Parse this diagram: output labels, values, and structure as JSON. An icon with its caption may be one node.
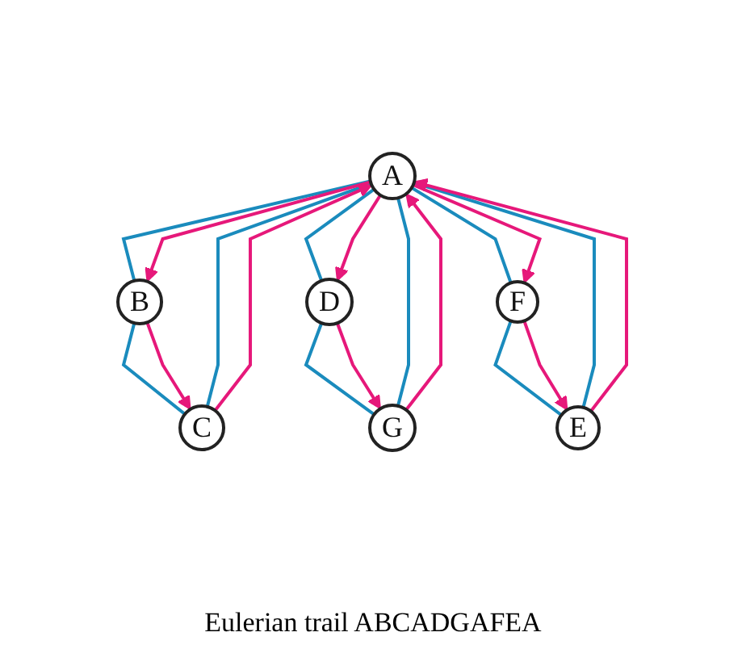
{
  "diagram": {
    "caption": "Eulerian trail ABCADGAFEA",
    "nodes": [
      {
        "text": [
          "A"
        ]
      },
      {
        "text": [
          "B"
        ]
      },
      {
        "text": [
          "C"
        ]
      },
      {
        "text": [
          "D"
        ]
      },
      {
        "text": [
          "E"
        ]
      },
      {
        "text": [
          "F"
        ]
      },
      {
        "text": [
          "G"
        ]
      }
    ],
    "edges": [
      {
        "from": 0,
        "to": 1,
        "arrow": "none",
        "color": "#1a8bbd"
      },
      {
        "from": 1,
        "to": 2,
        "arrow": "none",
        "color": "#1a8bbd"
      },
      {
        "from": 2,
        "to": 0,
        "arrow": "none",
        "color": "#1a8bbd"
      },
      {
        "from": 0,
        "to": 3,
        "arrow": "none",
        "color": "#1a8bbd"
      },
      {
        "from": 3,
        "to": 6,
        "arrow": "none",
        "color": "#1a8bbd"
      },
      {
        "from": 6,
        "to": 0,
        "arrow": "none",
        "color": "#1a8bbd"
      },
      {
        "from": 0,
        "to": 5,
        "arrow": "none",
        "color": "#1a8bbd"
      },
      {
        "from": 5,
        "to": 4,
        "arrow": "none",
        "color": "#1a8bbd"
      },
      {
        "from": 4,
        "to": 0,
        "arrow": "none",
        "color": "#1a8bbd"
      },
      {
        "from": 0,
        "to": 1,
        "arrow": "to",
        "color": "#e6187a"
      },
      {
        "from": 1,
        "to": 2,
        "arrow": "to",
        "color": "#e6187a"
      },
      {
        "from": 2,
        "to": 0,
        "arrow": "to",
        "color": "#e6187a"
      },
      {
        "from": 0,
        "to": 3,
        "arrow": "to",
        "color": "#e6187a"
      },
      {
        "from": 3,
        "to": 6,
        "arrow": "to",
        "color": "#e6187a"
      },
      {
        "from": 6,
        "to": 0,
        "arrow": "to",
        "color": "#e6187a"
      },
      {
        "from": 0,
        "to": 5,
        "arrow": "to",
        "color": "#e6187a"
      },
      {
        "from": 5,
        "to": 4,
        "arrow": "to",
        "color": "#e6187a"
      },
      {
        "from": 4,
        "to": 0,
        "arrow": "to",
        "color": "#e6187a"
      }
    ]
  }
}
